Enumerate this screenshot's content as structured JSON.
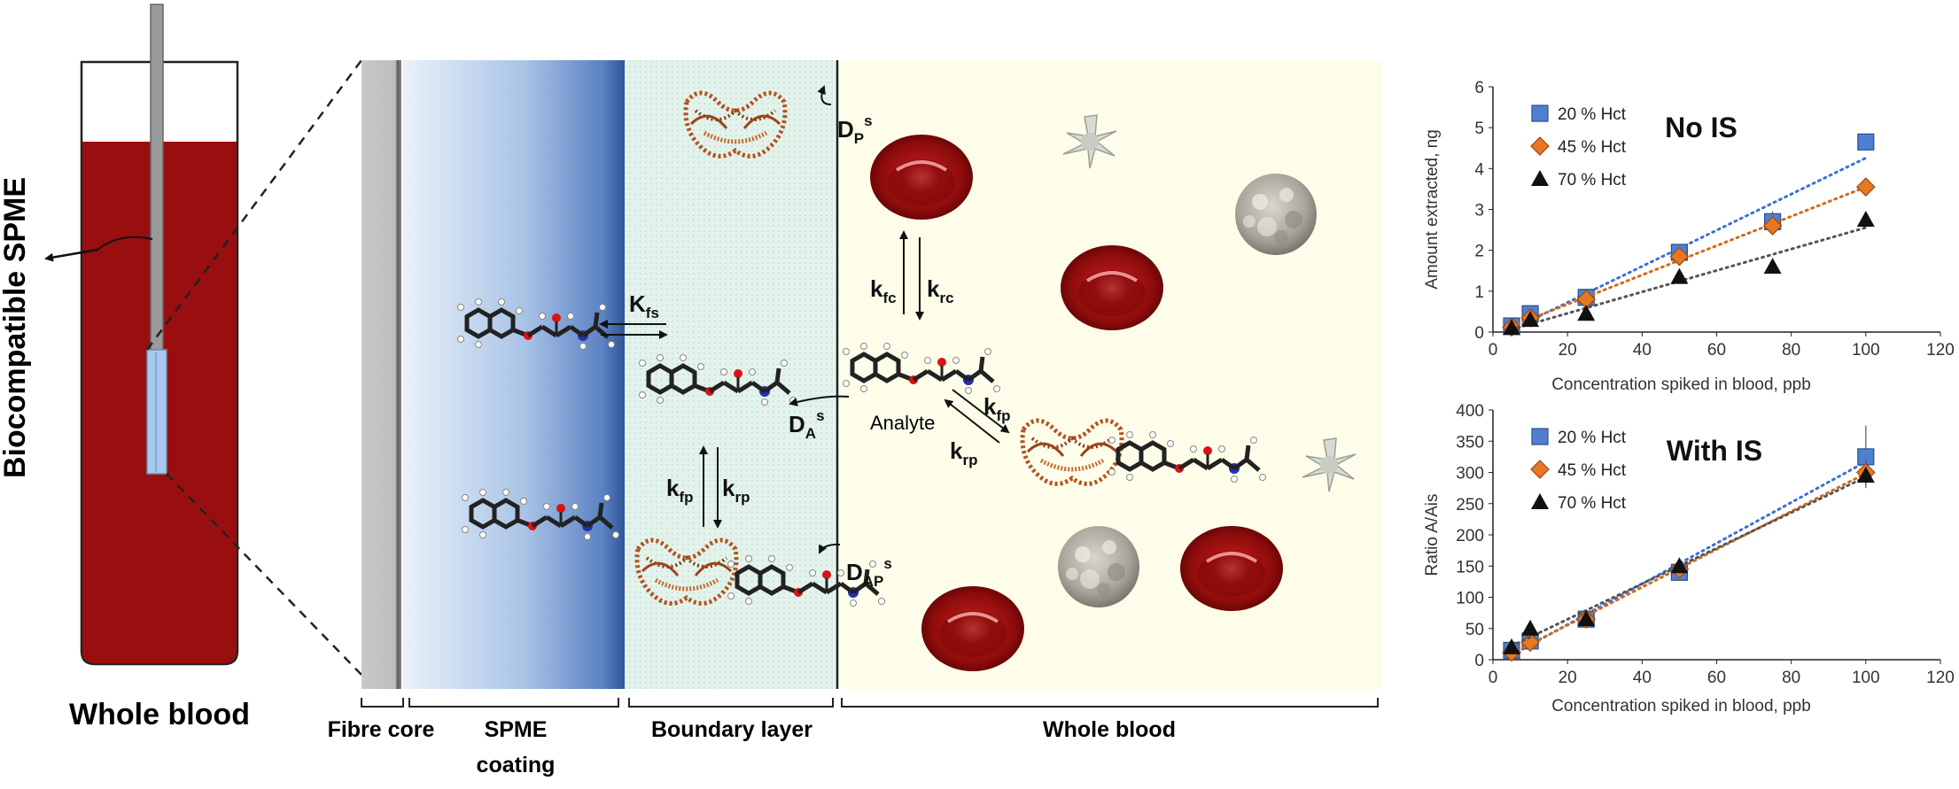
{
  "tube": {
    "side_label": "Biocompatible SPME",
    "bottom_label": "Whole blood",
    "blood_color": "#990f0f"
  },
  "regions": {
    "fibre_core": "Fibre core",
    "coating_line1": "SPME",
    "coating_line2": "coating",
    "boundary": "Boundary layer",
    "blood": "Whole blood"
  },
  "symbols": {
    "dp": {
      "main": "D",
      "sub": "P",
      "sup": "s"
    },
    "da": {
      "main": "D",
      "sub": "A",
      "sup": "s"
    },
    "dap": {
      "main": "D",
      "sub": "AP",
      "sup": "s"
    },
    "kfs": {
      "main": "K",
      "sub": "fs"
    },
    "kfc": {
      "main": "k",
      "sub": "fc"
    },
    "krc": {
      "main": "k",
      "sub": "rc"
    },
    "kfp_blood": {
      "main": "k",
      "sub": "fp"
    },
    "krp_blood": {
      "main": "k",
      "sub": "rp"
    },
    "kfp_layer": {
      "main": "k",
      "sub": "fp"
    },
    "krp_layer": {
      "main": "k",
      "sub": "rp"
    },
    "analyte": "Analyte"
  },
  "chart_data": [
    {
      "type": "scatter",
      "title": "No IS",
      "xlabel": "Concentration spiked in blood, ppb",
      "ylabel": "Amount extracted, ng",
      "xlim": [
        0,
        120
      ],
      "ylim": [
        0,
        6
      ],
      "xticks": [
        0,
        20,
        40,
        60,
        80,
        100,
        120
      ],
      "yticks": [
        0,
        1,
        2,
        3,
        4,
        5,
        6
      ],
      "trendlines": "dotted linear",
      "legend_position": "top-left",
      "series": [
        {
          "name": "20 % Hct",
          "marker": "square",
          "color": "#4f7fd0",
          "x": [
            5,
            10,
            25,
            50,
            75,
            100
          ],
          "y": [
            0.15,
            0.45,
            0.85,
            1.95,
            2.7,
            4.65
          ],
          "err": [
            0.1,
            0.15,
            0.1,
            0.2,
            0.25,
            0.2
          ]
        },
        {
          "name": "45 % Hct",
          "marker": "diamond",
          "color": "#e87722",
          "x": [
            5,
            10,
            25,
            50,
            75,
            100
          ],
          "y": [
            0.12,
            0.35,
            0.8,
            1.85,
            2.6,
            3.55
          ],
          "err": [
            0.1,
            0.12,
            0.1,
            0.15,
            0.15,
            0.15
          ]
        },
        {
          "name": "70 % Hct",
          "marker": "triangle",
          "color": "#111111",
          "x": [
            5,
            10,
            25,
            50,
            75,
            100
          ],
          "y": [
            0.1,
            0.3,
            0.45,
            1.35,
            1.6,
            2.75
          ],
          "err": [
            0.08,
            0.1,
            0.08,
            0.15,
            0.1,
            0.12
          ]
        }
      ],
      "trend_colors": [
        "#3b6fd6",
        "#d2691e",
        "#555555"
      ]
    },
    {
      "type": "scatter",
      "title": "With IS",
      "xlabel": "Concentration spiked in blood, ppb",
      "ylabel": "Ratio A/Ais",
      "xlim": [
        0,
        120
      ],
      "ylim": [
        0,
        400
      ],
      "xticks": [
        0,
        20,
        40,
        60,
        80,
        100,
        120
      ],
      "yticks": [
        0,
        50,
        100,
        150,
        200,
        250,
        300,
        350,
        400
      ],
      "trendlines": "dotted linear",
      "legend_position": "top-left",
      "series": [
        {
          "name": "20 % Hct",
          "marker": "square",
          "color": "#4f7fd0",
          "x": [
            5,
            10,
            25,
            50,
            100
          ],
          "y": [
            15,
            30,
            65,
            140,
            325
          ],
          "err": [
            5,
            8,
            6,
            10,
            50
          ]
        },
        {
          "name": "45 % Hct",
          "marker": "diamond",
          "color": "#e87722",
          "x": [
            5,
            10,
            25,
            50,
            100
          ],
          "y": [
            12,
            28,
            65,
            145,
            300
          ],
          "err": [
            5,
            6,
            6,
            8,
            20
          ]
        },
        {
          "name": "70 % Hct",
          "marker": "triangle",
          "color": "#111111",
          "x": [
            5,
            10,
            25,
            50,
            100
          ],
          "y": [
            20,
            50,
            65,
            150,
            295
          ],
          "err": [
            6,
            12,
            6,
            8,
            15
          ]
        }
      ],
      "trend_colors": [
        "#3b6fd6",
        "#d2691e",
        "#555555"
      ]
    }
  ]
}
